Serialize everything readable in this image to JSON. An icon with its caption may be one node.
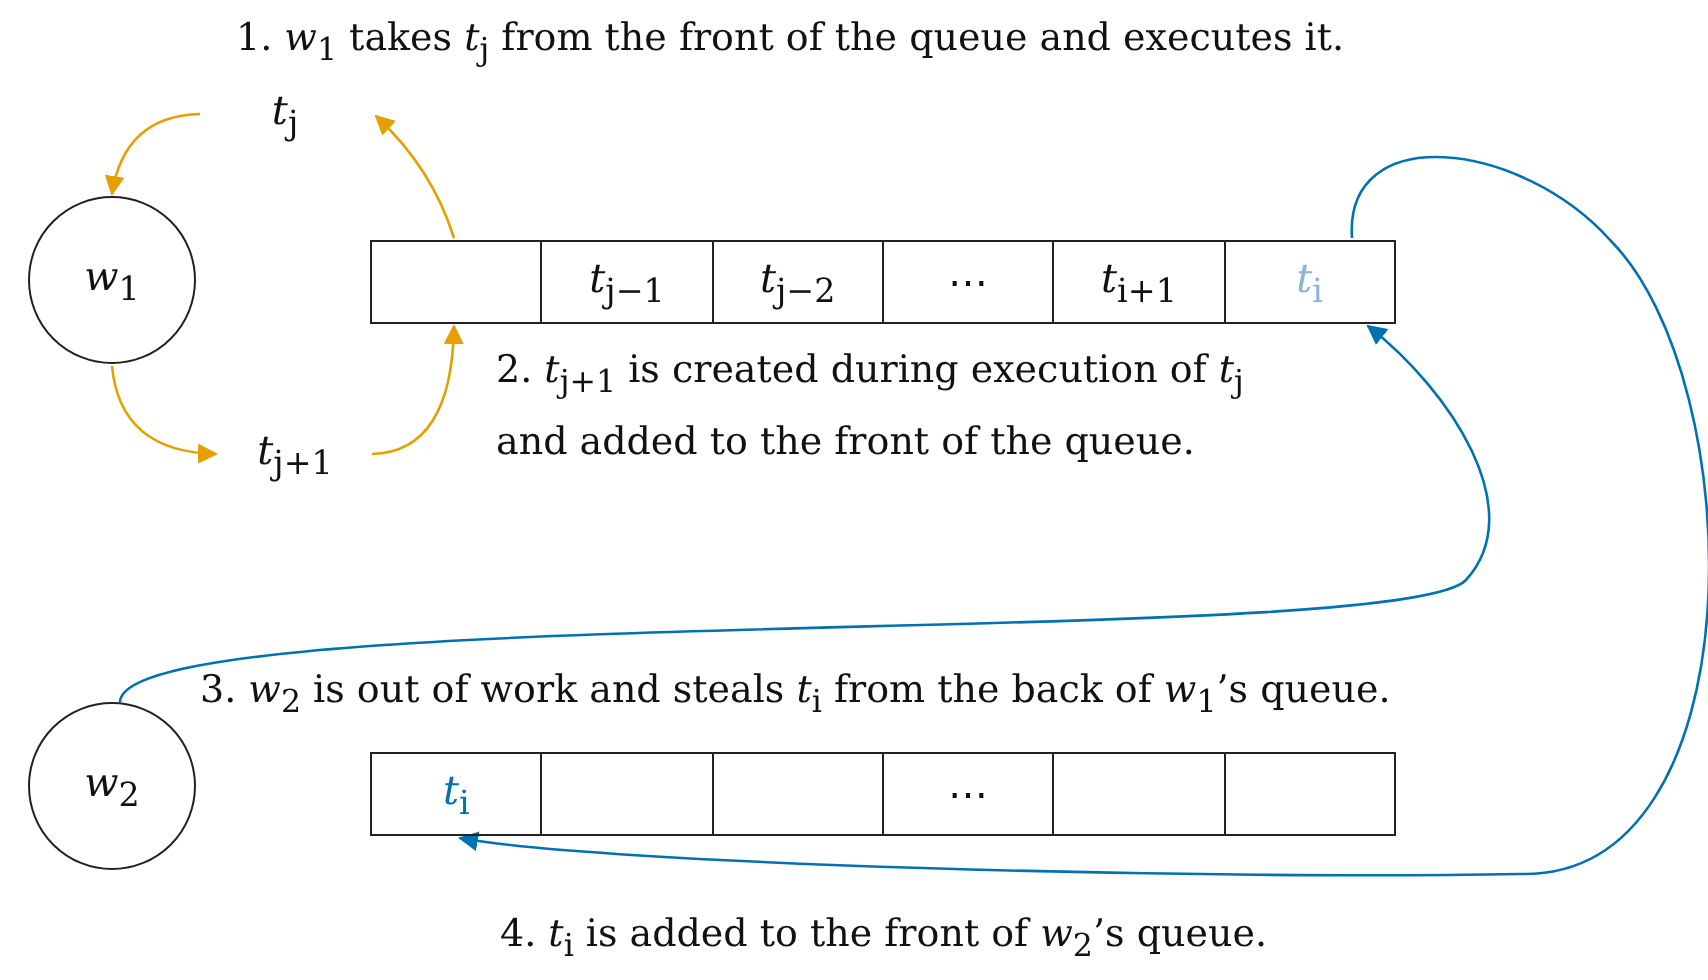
{
  "diagram": {
    "nodes": [
      {
        "text": [
          "*w*$_{1}$"
        ]
      },
      {
        "text": [
          "*t*$_{j}$"
        ]
      },
      {
        "text": [
          "*t*$_{j+1}$"
        ]
      },
      {
        "text": [],
        "shape": "box"
      },
      {
        "text": [
          "*t*$_{j−1}$"
        ]
      },
      {
        "text": [
          "*t*$_{j−2}$"
        ]
      },
      {
        "text": [
          "⋯"
        ]
      },
      {
        "text": [
          "*t*$_{i+1}$"
        ]
      },
      {
        "text": [
          "*t*$_{i}$"
        ]
      },
      {
        "text": [
          "*w*$_{2}$"
        ]
      },
      {
        "text": [
          "*t*$_{i}$"
        ]
      },
      {
        "text": [],
        "shape": "box"
      },
      {
        "text": [],
        "shape": "box"
      },
      {
        "text": [
          "⋯"
        ]
      },
      {
        "text": [],
        "shape": "box"
      },
      {
        "text": [],
        "shape": "box"
      }
    ],
    "edges": [
      {
        "from": 1,
        "to": 0,
        "arrow": "to",
        "color": "#e69f00"
      },
      {
        "from": 0,
        "to": 2,
        "arrow": "to",
        "color": "#e69f00"
      },
      {
        "from": 3,
        "to": 1,
        "arrow": "to",
        "color": "#e69f00"
      },
      {
        "from": 2,
        "to": 3,
        "arrow": "to",
        "color": "#e69f00"
      },
      {
        "from": 9,
        "to": 8,
        "arrow": "to",
        "color": "#0072b2"
      },
      {
        "from": 8,
        "to": 10,
        "arrow": "to",
        "color": "#0072b2"
      }
    ],
    "labels": [
      "1. *w*$_{1}$ takes *t*$_{j}$ from the front of the queue and executes it.",
      "2. *t*$_{j+1}$ is created during execution of *t*$_{j}$ and added to the front of the queue.",
      "3. *w*$_{2}$ is out of work and steals *t*$_{i}$ from the back of *w*$_{1}$’s queue.",
      "4. *t*$_{i}$ is added to the front of *w*$_{2}$’s queue."
    ]
  }
}
